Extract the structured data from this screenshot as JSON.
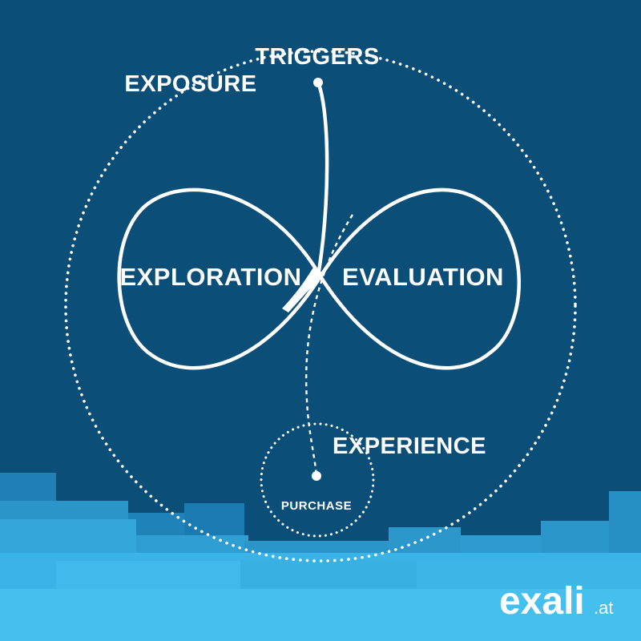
{
  "diagram": {
    "labels": {
      "triggers": "TRIGGERS",
      "exposure": "EXPOSURE",
      "exploration": "EXPLORATION",
      "evaluation": "EVALUATION",
      "experience": "EXPERIENCE",
      "purchase": "PURCHASE"
    }
  },
  "brand": {
    "logo_text": "exali",
    "logo_suffix": ".at"
  },
  "colors": {
    "background": "#0b4f79",
    "foreground": "#ffffff",
    "footer_light": "#3cb8e8"
  }
}
